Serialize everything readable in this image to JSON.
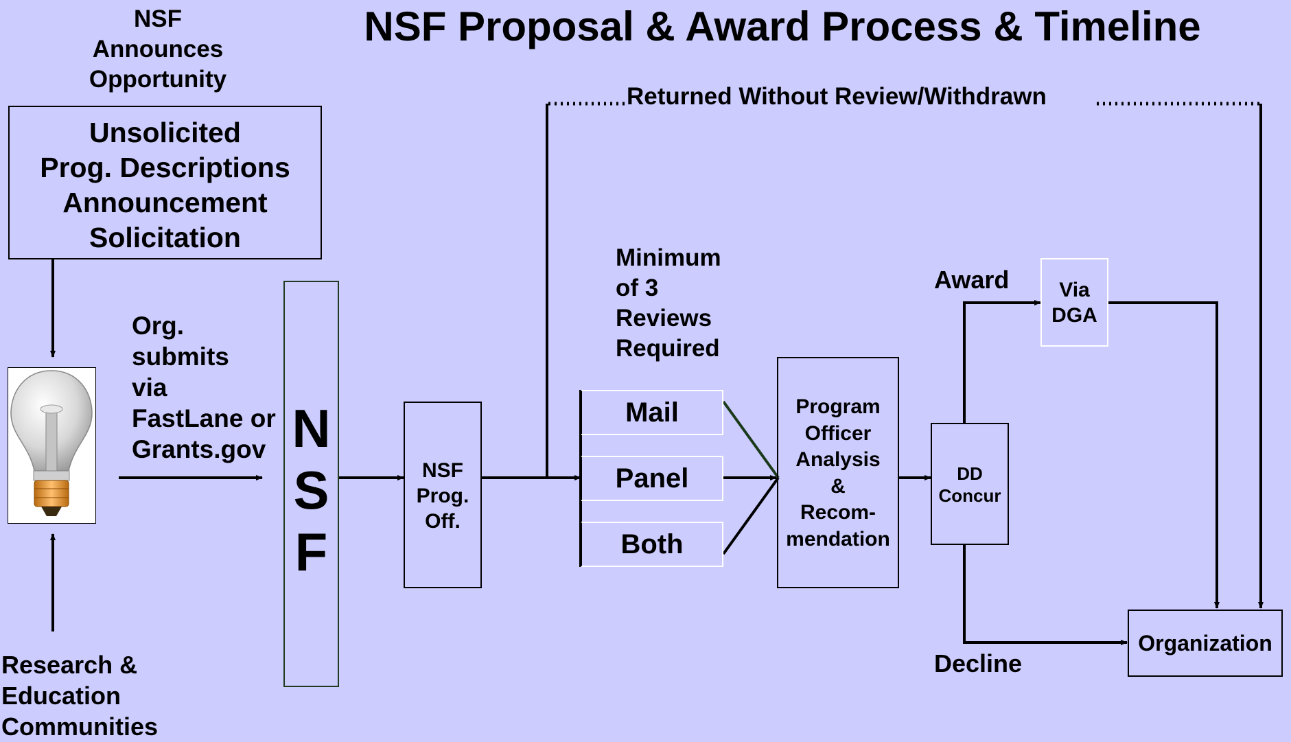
{
  "title": "NSF Proposal & Award Process & Timeline",
  "announce_label": "NSF\nAnnounces\nOpportunity",
  "solicitation_box": "Unsolicited\nProg. Descriptions\nAnnouncement\nSolicitation",
  "submit_label": "Org.\nsubmits\nvia\nFastLane or\nGrants.gov",
  "community_label": "Research &\nEducation\nCommunities",
  "nsf_letters": [
    "N",
    "S",
    "F"
  ],
  "prog_officer_box": "NSF\nProg.\nOff.",
  "returned_label": "Returned Without Review/Withdrawn",
  "reviews_label": "Minimum\nof 3\nReviews\nRequired",
  "review_types": [
    "Mail",
    "Panel",
    "Both"
  ],
  "analysis_box": "Program\nOfficer\nAnalysis\n&\nRecom-\nmendation",
  "dd_box": "DD\nConcur",
  "award_label": "Award",
  "dga_box": "Via\nDGA",
  "decline_label": "Decline",
  "organization_box": "Organization",
  "colors": {
    "background": "#ccccff",
    "line": "#000000",
    "nsf_border": "#1f3a1f",
    "review_border": "#ffffff",
    "bulb_glass": "#dcdcdc",
    "bulb_base": "#f0a040"
  },
  "icons": [
    "light-bulb-icon"
  ]
}
